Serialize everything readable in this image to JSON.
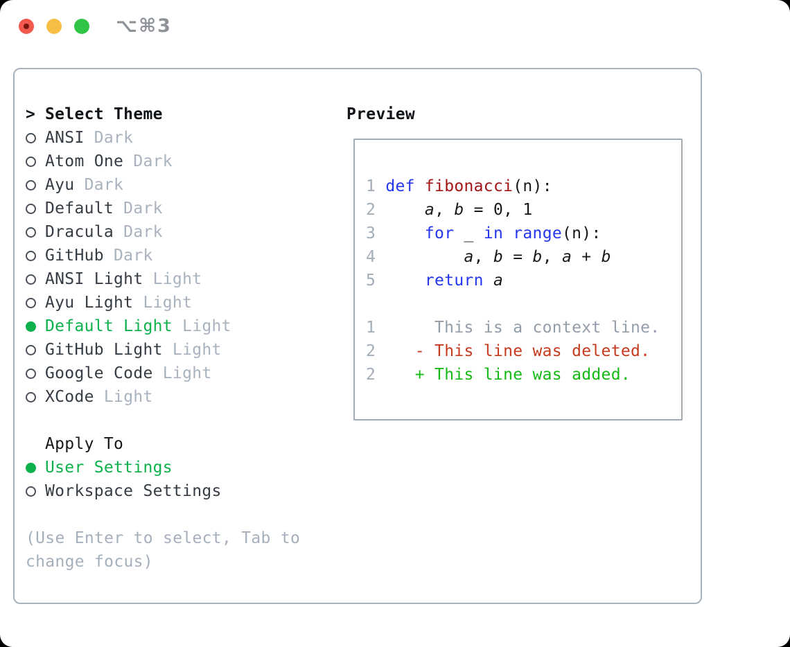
{
  "window": {
    "shortcut": "⌥⌘3",
    "traffic_lights": {
      "close": "#f1584e",
      "close_dot": "#78150c",
      "minimize": "#f7bd45",
      "zoom": "#31c546"
    }
  },
  "theme_selector": {
    "prompt": ">",
    "title": "Select Theme",
    "items": [
      {
        "name": "ANSI",
        "variant": "Dark",
        "selected": false
      },
      {
        "name": "Atom One",
        "variant": "Dark",
        "selected": false
      },
      {
        "name": "Ayu",
        "variant": "Dark",
        "selected": false
      },
      {
        "name": "Default",
        "variant": "Dark",
        "selected": false
      },
      {
        "name": "Dracula",
        "variant": "Dark",
        "selected": false
      },
      {
        "name": "GitHub",
        "variant": "Dark",
        "selected": false
      },
      {
        "name": "ANSI Light",
        "variant": "Light",
        "selected": false
      },
      {
        "name": "Ayu Light",
        "variant": "Light",
        "selected": false
      },
      {
        "name": "Default Light",
        "variant": "Light",
        "selected": true
      },
      {
        "name": "GitHub Light",
        "variant": "Light",
        "selected": false
      },
      {
        "name": "Google Code",
        "variant": "Light",
        "selected": false
      },
      {
        "name": "XCode",
        "variant": "Light",
        "selected": false
      }
    ]
  },
  "apply_to": {
    "title": "Apply To",
    "options": [
      {
        "label": "User Settings",
        "selected": true
      },
      {
        "label": "Workspace Settings",
        "selected": false
      }
    ]
  },
  "help_text": "(Use Enter to select, Tab to change focus)",
  "preview": {
    "title": "Preview",
    "lines": [
      {
        "tokens": []
      },
      {
        "tokens": [
          {
            "t": "1",
            "c": "ln"
          },
          {
            "t": " ",
            "c": "pl"
          },
          {
            "t": "def",
            "c": "kw"
          },
          {
            "t": " ",
            "c": "pl"
          },
          {
            "t": "fibonacci",
            "c": "fn"
          },
          {
            "t": "(n):",
            "c": "pl"
          }
        ]
      },
      {
        "tokens": [
          {
            "t": "2",
            "c": "ln"
          },
          {
            "t": "     ",
            "c": "pl"
          },
          {
            "t": "a",
            "c": "id"
          },
          {
            "t": ", ",
            "c": "pl"
          },
          {
            "t": "b",
            "c": "id"
          },
          {
            "t": " = 0, 1",
            "c": "pl"
          }
        ]
      },
      {
        "tokens": [
          {
            "t": "3",
            "c": "ln"
          },
          {
            "t": "     ",
            "c": "pl"
          },
          {
            "t": "for",
            "c": "kw"
          },
          {
            "t": " _ ",
            "c": "pl"
          },
          {
            "t": "in",
            "c": "kw"
          },
          {
            "t": " ",
            "c": "pl"
          },
          {
            "t": "range",
            "c": "kw"
          },
          {
            "t": "(n):",
            "c": "pl"
          }
        ]
      },
      {
        "tokens": [
          {
            "t": "4",
            "c": "ln"
          },
          {
            "t": "         ",
            "c": "pl"
          },
          {
            "t": "a",
            "c": "id"
          },
          {
            "t": ", ",
            "c": "pl"
          },
          {
            "t": "b",
            "c": "id"
          },
          {
            "t": " = ",
            "c": "pl"
          },
          {
            "t": "b",
            "c": "id"
          },
          {
            "t": ", ",
            "c": "pl"
          },
          {
            "t": "a",
            "c": "id"
          },
          {
            "t": " + ",
            "c": "pl"
          },
          {
            "t": "b",
            "c": "id"
          }
        ]
      },
      {
        "tokens": [
          {
            "t": "5",
            "c": "ln"
          },
          {
            "t": "     ",
            "c": "pl"
          },
          {
            "t": "return",
            "c": "kw"
          },
          {
            "t": " ",
            "c": "pl"
          },
          {
            "t": "a",
            "c": "id"
          }
        ]
      },
      {
        "tokens": []
      },
      {
        "tokens": [
          {
            "t": "1",
            "c": "ln"
          },
          {
            "t": "      This is a context line.",
            "c": "ctx"
          }
        ]
      },
      {
        "tokens": [
          {
            "t": "2",
            "c": "ln"
          },
          {
            "t": "    ",
            "c": "pl"
          },
          {
            "t": "- This line was deleted.",
            "c": "del"
          }
        ]
      },
      {
        "tokens": [
          {
            "t": "2",
            "c": "ln"
          },
          {
            "t": "    ",
            "c": "pl"
          },
          {
            "t": "+ This line was added.",
            "c": "add"
          }
        ]
      }
    ]
  },
  "colors": {
    "accent_green": "#0db14c",
    "added_green": "#15b915",
    "deleted_red": "#c63a1e",
    "keyword_blue": "#2436ee",
    "function_red": "#a31515",
    "muted_gray": "#a9b2bf",
    "border_gray": "#a9b1bb"
  }
}
